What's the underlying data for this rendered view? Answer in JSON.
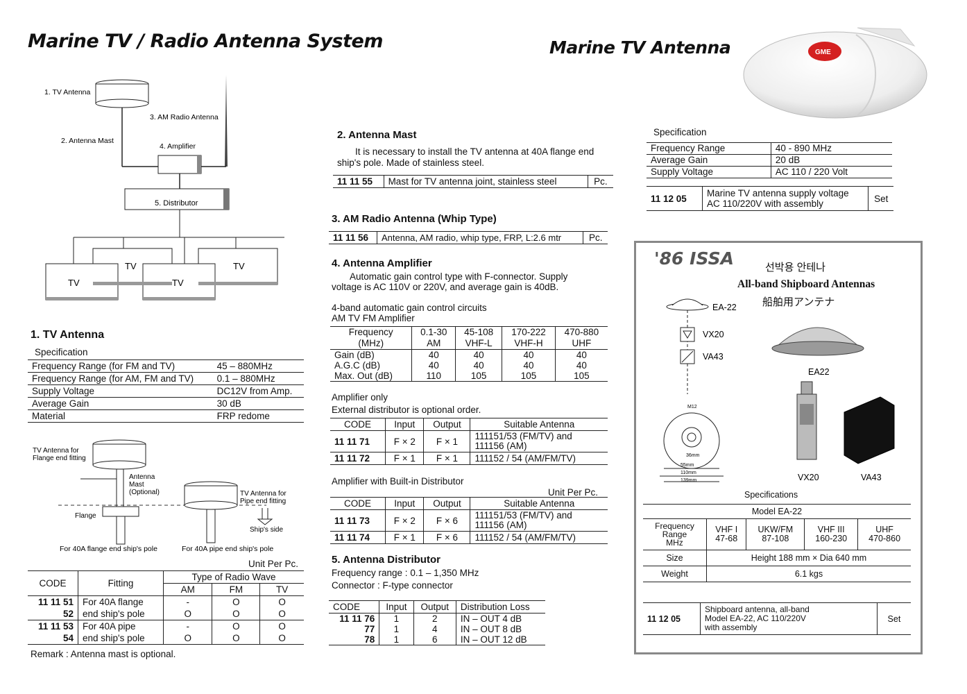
{
  "left": {
    "title": "Marine TV / Radio Antenna System",
    "diagram": {
      "tv_antenna": "1. TV Antenna",
      "am_radio_antenna": "3. AM Radio Antenna",
      "antenna_mast": "2. Antenna Mast",
      "amplifier": "4. Amplifier",
      "distributor": "5. Distributor",
      "tv_box": "TV"
    },
    "tv_antenna_title": "1. TV Antenna",
    "spec_label": "Specification",
    "specs": [
      {
        "name": "Frequency Range (for FM and TV)",
        "value": "45 – 880MHz"
      },
      {
        "name": "Frequency Range (for AM, FM and TV)",
        "value": "0.1 – 880MHz"
      },
      {
        "name": "Supply Voltage",
        "value": "DC12V from Amp."
      },
      {
        "name": "Average Gain",
        "value": "30 dB"
      },
      {
        "name": "Material",
        "value": "FRP redome"
      }
    ],
    "mount": {
      "flange_antenna": "TV Antenna for Flange end fitting",
      "mast": "Antenna Mast (Optional)",
      "flange": "Flange",
      "pipe_antenna": "TV Antenna for Pipe end fitting",
      "ships_side": "Ship's side",
      "caption_flange": "For 40A flange end ship's pole",
      "caption_pipe": "For 40A pipe end ship's pole"
    },
    "unit": "Unit Per Pc.",
    "fit_table": {
      "code": "CODE",
      "fitting": "Fitting",
      "type": "Type of Radio Wave",
      "am": "AM",
      "fm": "FM",
      "tv": "TV",
      "rows": [
        {
          "code": "11 11 51",
          "fit": "For 40A flange",
          "am": "-",
          "fm": "O",
          "tv": "O"
        },
        {
          "code": "52",
          "fit": "end ship's pole",
          "am": "O",
          "fm": "O",
          "tv": "O"
        },
        {
          "code": "11 11 53",
          "fit": "For 40A pipe",
          "am": "-",
          "fm": "O",
          "tv": "O"
        },
        {
          "code": "54",
          "fit": "end ship's pole",
          "am": "O",
          "fm": "O",
          "tv": "O"
        }
      ]
    },
    "remark": "Remark : Antenna mast is optional."
  },
  "middle": {
    "mast_title": "2. Antenna Mast",
    "mast_text1": "It is necessary to install the TV antenna at 40A flange end",
    "mast_text2": "ship's pole.   Made of stainless steel.",
    "mast_row": {
      "code": "11 11 55",
      "desc": "Mast for TV antenna joint, stainless steel",
      "unit": "Pc."
    },
    "am_title": "3. AM Radio Antenna (Whip Type)",
    "am_row": {
      "code": "11 11 56",
      "desc": "Antenna, AM radio, whip type, FRP, L:2.6 mtr",
      "unit": "Pc."
    },
    "amp_title": "4. Antenna Amplifier",
    "amp_text1": "Automatic gain control type with F-connector.    Supply",
    "amp_text2": "voltage is AC 110V or 220V, and average gain is 40dB.",
    "band_text1": "4-band automatic gain control circuits",
    "band_text2": "AM TV FM Amplifier",
    "freq_table": {
      "head1": [
        "Frequency",
        "0.1-30",
        "45-108",
        "170-222",
        "470-880"
      ],
      "head2": [
        "(MHz)",
        "AM",
        "VHF-L",
        "VHF-H",
        "UHF"
      ],
      "rows": [
        [
          "Gain (dB)",
          "40",
          "40",
          "40",
          "40"
        ],
        [
          "A.G.C (dB)",
          "40",
          "40",
          "40",
          "40"
        ],
        [
          "Max. Out (dB)",
          "110",
          "105",
          "105",
          "105"
        ]
      ]
    },
    "amp_only": "Amplifier only",
    "ext_dist": "External distributor is optional order.",
    "cols": {
      "code": "CODE",
      "input": "Input",
      "output": "Output",
      "suitable": "Suitable Antenna"
    },
    "amp_rows": [
      {
        "code": "11 11 71",
        "in": "F × 2",
        "out": "F × 1",
        "s1": "111151/53 (FM/TV) and",
        "s2": "111156 (AM)"
      },
      {
        "code": "11 11 72",
        "in": "F × 1",
        "out": "F × 1",
        "s1": "111152 / 54 (AM/FM/TV)",
        "s2": ""
      }
    ],
    "amp_dist": "Amplifier with Built-in Distributor",
    "unit": "Unit Per Pc.",
    "amp_dist_rows": [
      {
        "code": "11 11 73",
        "in": "F × 2",
        "out": "F × 6",
        "s1": "111151/53 (FM/TV) and",
        "s2": "111156 (AM)"
      },
      {
        "code": "11 11 74",
        "in": "F × 1",
        "out": "F × 6",
        "s1": "111152 / 54 (AM/FM/TV)",
        "s2": ""
      }
    ],
    "dist_title": "5. Antenna Distributor",
    "dist_freq": "Frequency range : 0.1 – 1,350 MHz",
    "dist_conn": "Connector : F-type connector",
    "dist_cols": {
      "code": "CODE",
      "input": "Input",
      "output": "Output",
      "loss": "Distribution Loss"
    },
    "dist_rows": [
      {
        "code": "11 11 76",
        "in": "1",
        "out": "2",
        "loss": "IN – OUT   4 dB"
      },
      {
        "code": "77",
        "in": "1",
        "out": "4",
        "loss": "IN – OUT   8 dB"
      },
      {
        "code": "78",
        "in": "1",
        "out": "6",
        "loss": "IN – OUT 12 dB"
      }
    ]
  },
  "right": {
    "title": "Marine TV Antenna",
    "logo": "GME",
    "spec_label": "Specification",
    "specs": [
      {
        "name": "Frequency Range",
        "value": "40 - 890 MHz"
      },
      {
        "name": "Average Gain",
        "value": "20 dB"
      },
      {
        "name": "Supply Voltage",
        "value": "AC 110 / 220 Volt"
      }
    ],
    "supply_row": {
      "code": "11 12 05",
      "d1": "Marine TV antenna supply voltage",
      "d2": "AC 110/220V with assembly",
      "unit": "Set"
    },
    "issa": {
      "brand": "'86 ISSA",
      "korean": "선박용 안테나",
      "english": "All-band Shipboard Antennas",
      "japanese": "船舶用アンテナ",
      "ea22": "EA-22",
      "vx20": "VX20",
      "va43": "VA43",
      "ea22_photo": "EA22",
      "vx20_photo": "VX20",
      "va43_photo": "VA43",
      "dim_m12": "M12",
      "dim_36": "36mm",
      "dim_55": "55mm",
      "dim_110": "110mm",
      "dim_139": "139mm",
      "specs_label": "Specifications",
      "model": "Model EA-22",
      "freq_label": [
        "Frequency",
        "Range",
        "MHz"
      ],
      "bands": [
        {
          "n": "VHF I",
          "r": "47-68"
        },
        {
          "n": "UKW/FM",
          "r": "87-108"
        },
        {
          "n": "VHF III",
          "r": "160-230"
        },
        {
          "n": "UHF",
          "r": "470-860"
        }
      ],
      "size_label": "Size",
      "size": "Height 188 mm  ×  Dia 640 mm",
      "weight_label": "Weight",
      "weight": "6.1 kgs",
      "order": {
        "code": "11 12 05",
        "d1": "Shipboard antenna, all-band",
        "d2": "Model EA-22, AC 110/220V",
        "d3": "with assembly",
        "unit": "Set"
      }
    }
  }
}
